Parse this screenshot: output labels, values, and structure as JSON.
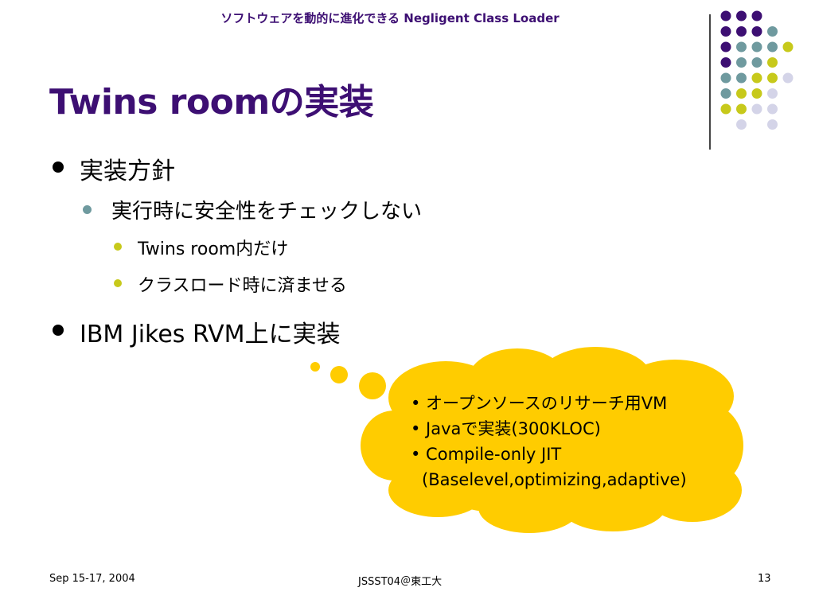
{
  "header": {
    "text": "ソフトウェアを動的に進化できる Negligent Class Loader"
  },
  "slide": {
    "title": "Twins roomの実装",
    "bullets": [
      {
        "level": 1,
        "text": "実装方針"
      },
      {
        "level": 2,
        "text": "実行時に安全性をチェックしない"
      },
      {
        "level": 3,
        "text": "Twins room内だけ"
      },
      {
        "level": 3,
        "text": "クラスロード時に済ませる"
      },
      {
        "level": 1,
        "text": "IBM Jikes RVM上に実装"
      }
    ],
    "callout": {
      "items": [
        "• オープンソースのリサーチ用VM",
        "• Javaで実装(300KLOC)",
        "• Compile-only JIT"
      ],
      "continuation": "(Baselevel,optimizing,adaptive)"
    }
  },
  "footer": {
    "date": "Sep 15-17, 2004",
    "venue": "JSSST04＠東工大",
    "page": "13"
  },
  "colors": {
    "title": "#3d0f73",
    "purple": "#3d0f73",
    "teal": "#6f9a9f",
    "olive": "#c7c91b",
    "lavender": "#d4d4e8",
    "cloud": "#ffcc00"
  }
}
